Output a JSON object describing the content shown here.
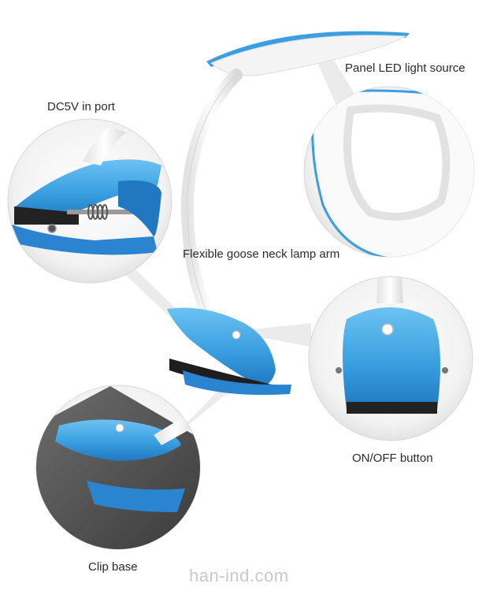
{
  "labels": {
    "dc_port": "DC5V in port",
    "led_source": "Panel LED light source",
    "goose_neck": "Flexible goose neck lamp arm",
    "on_off": "ON/OFF button",
    "clip_base": "Clip base"
  },
  "watermark": "han-ind.com",
  "colors": {
    "lamp_blue": "#3a9fe0",
    "lamp_blue_dark": "#1f78c0",
    "arm_white": "#f4f4f4",
    "background": "#ffffff"
  }
}
